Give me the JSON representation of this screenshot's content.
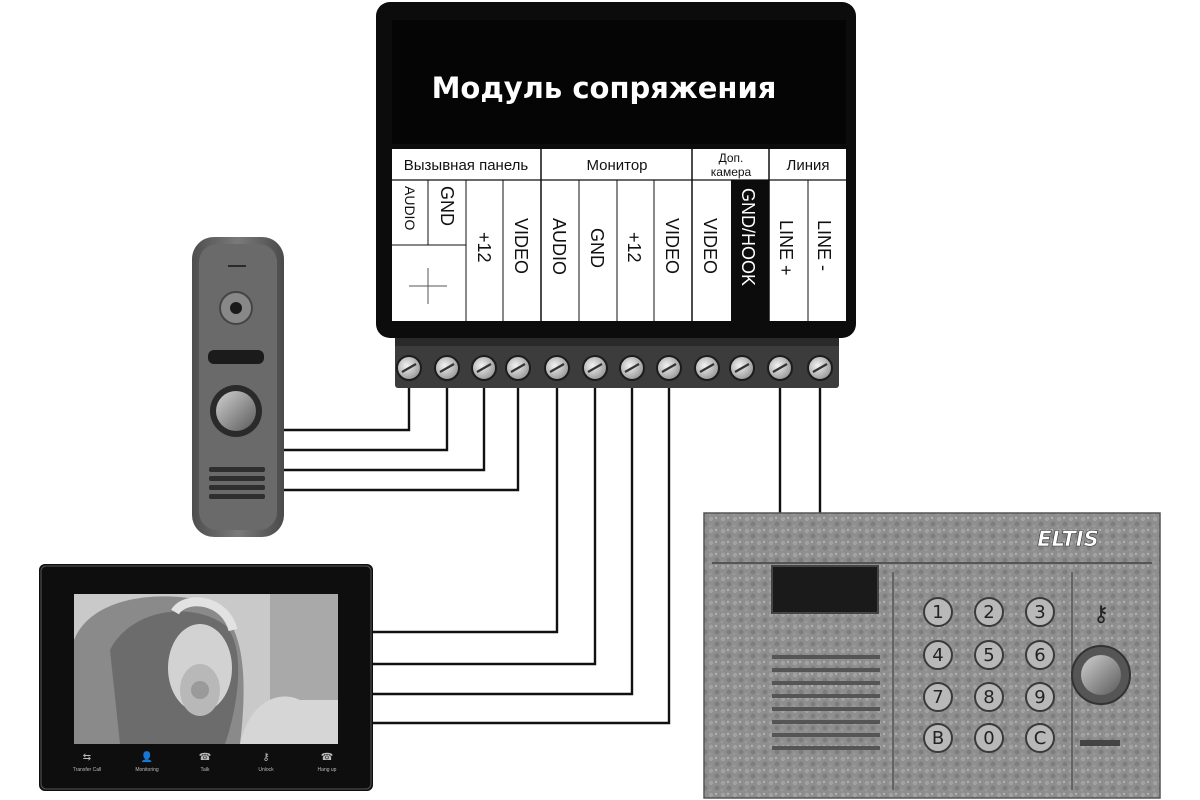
{
  "module": {
    "title": "Модуль сопряжения",
    "groups": [
      {
        "label": "Вызывная панель"
      },
      {
        "label": "Монитор"
      },
      {
        "label_line1": "Доп.",
        "label_line2": "камера"
      },
      {
        "label": "Линия"
      }
    ],
    "terminals": [
      "AUDIO",
      "GND",
      "+12",
      "VIDEO",
      "AUDIO",
      "GND",
      "+12",
      "VIDEO",
      "VIDEO",
      "GND/HOOK",
      "LINE +",
      "LINE -"
    ]
  },
  "panel": {
    "brand": "ELTIS",
    "keys": [
      "1",
      "2",
      "3",
      "4",
      "5",
      "6",
      "7",
      "8",
      "9",
      "B",
      "0",
      "C"
    ]
  },
  "monitor": {
    "buttons": [
      "Transfer Call",
      "Monitoring",
      "Talk",
      "Unlock",
      "Hang up"
    ]
  },
  "colors": {
    "module_body": "#0c0c0c",
    "terminal_block": "#3c3c3c",
    "panel_metal": "#8f8f8f",
    "doorbell_body": "#6a6a6a"
  }
}
